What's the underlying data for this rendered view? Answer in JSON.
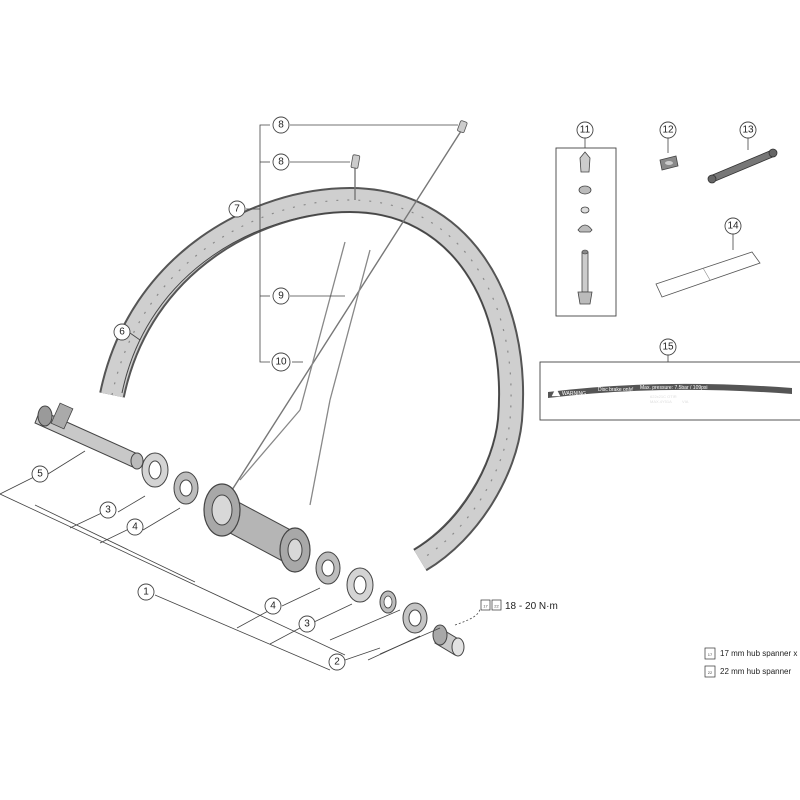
{
  "callouts": {
    "c1": "1",
    "c2": "2",
    "c3a": "3",
    "c3b": "3",
    "c4a": "4",
    "c4b": "4",
    "c5": "5",
    "c6": "6",
    "c7": "7",
    "c8a": "8",
    "c8b": "8",
    "c9": "9",
    "c10": "10",
    "c11": "11",
    "c12": "12",
    "c13": "13",
    "c14": "14",
    "c15": "15"
  },
  "torque": {
    "text": "18 - 20 N·m",
    "tool_a": "17",
    "tool_b": "22"
  },
  "legend": {
    "items": [
      {
        "tool": "17",
        "label": "17 mm hub spanner x 2"
      },
      {
        "tool": "22",
        "label": "22 mm hub spanner"
      }
    ]
  },
  "rim_tape": {
    "warning": "WARNING",
    "disc": "Disc brake only!",
    "pressure": "Max. pressure: 7.5bar / 109psi",
    "size": "622x21C OTIR",
    "max": "MAX.4Y51A",
    "via": "VIA"
  },
  "icons": [
    "hub-spanner-icon",
    "warning-triangle-icon",
    "valve-icon",
    "spoke-wrench-icon"
  ]
}
